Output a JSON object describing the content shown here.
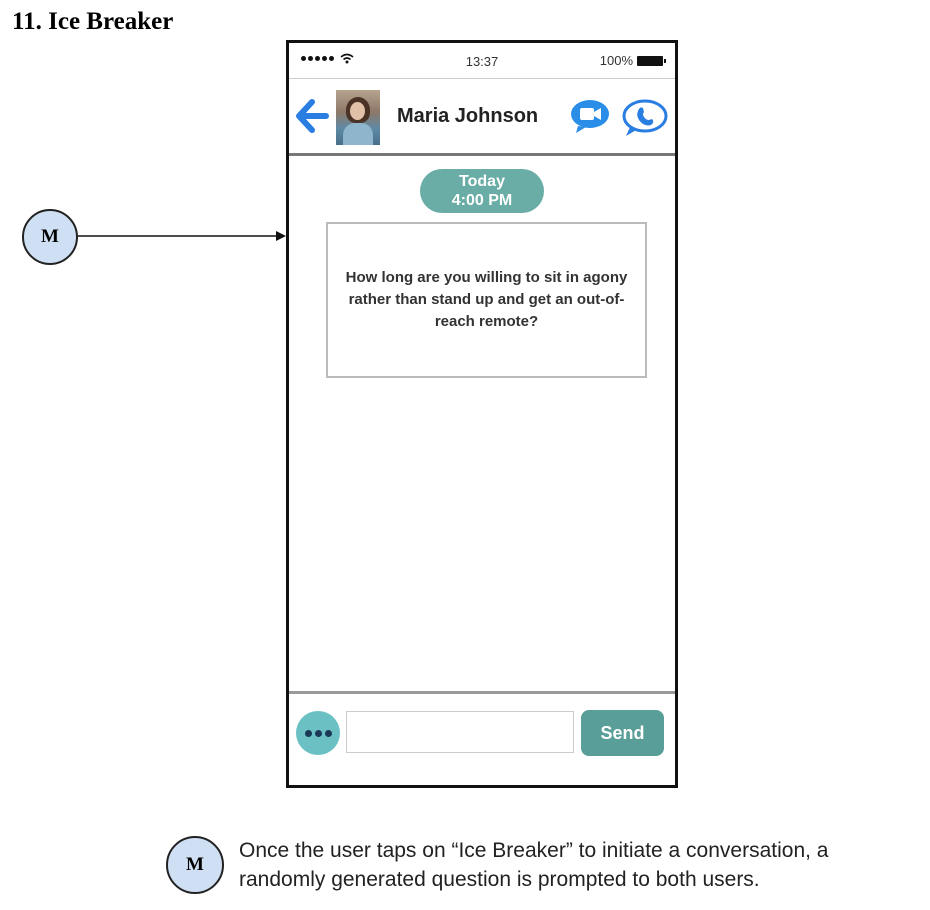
{
  "page": {
    "heading": "11. Ice Breaker",
    "marker_label": "M",
    "footnote": "Once the user taps on “Ice Breaker” to initiate a conversation, a randomly generated question is prompted to both users."
  },
  "status_bar": {
    "time": "13:37",
    "battery": "100%"
  },
  "chat_header": {
    "contact_name": "Maria Johnson",
    "icons": [
      "back-arrow-icon",
      "avatar",
      "video-camera-icon",
      "phone-icon"
    ]
  },
  "conversation": {
    "date_label": "Today",
    "time_label": "4:00 PM",
    "message": "How long are you willing to sit in agony rather than stand up and get an out-of-reach remote?"
  },
  "input_bar": {
    "input_value": "",
    "input_placeholder": "",
    "send_label": "Send"
  },
  "colors": {
    "accent_blue": "#2a7de1",
    "teal_pill": "#6aada6",
    "send_button": "#5a9e99",
    "options_button": "#6ac0c3",
    "marker_fill": "#cfe0f4"
  }
}
